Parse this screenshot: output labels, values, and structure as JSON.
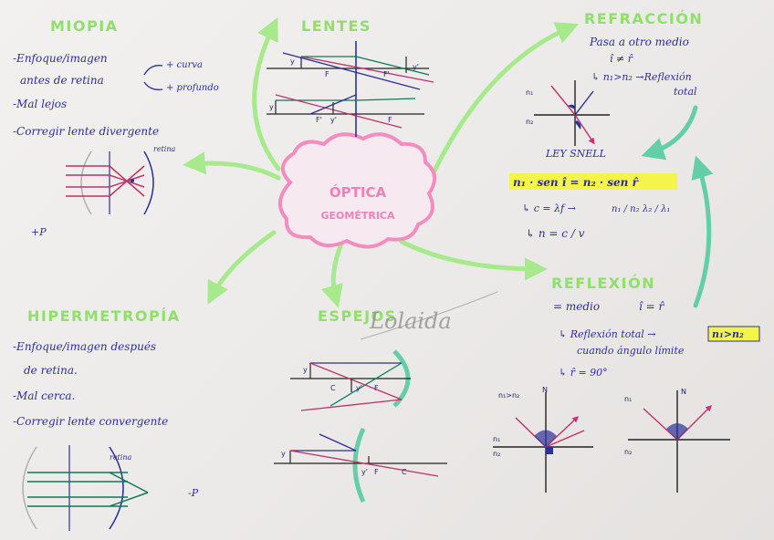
{
  "center": {
    "line1": "ÓPTICA",
    "line2": "GEOMÉTRICA"
  },
  "miopia": {
    "title": "MIOPIA",
    "notes": [
      "-Enfoque/imagen",
      "antes de retina",
      "-Mal lejos",
      "-Corregir lente divergente"
    ],
    "branch_a": "+ curva",
    "branch_b": "+ profundo",
    "retina_label": "retina",
    "p_label": "+P"
  },
  "lentes": {
    "title": "LENTES",
    "labels": [
      "y",
      "F",
      "F'",
      "y'",
      "y",
      "F'",
      "y'",
      "F"
    ]
  },
  "refraccion": {
    "title": "REFRACCIÓN",
    "notes": [
      "Pasa a otro medio",
      "î ≠ r̂",
      "↳ n₁>n₂ →Reflexión",
      "total"
    ],
    "n1": "n₁",
    "n2": "n₂",
    "snell_label": "LEY SNELL",
    "snell_eq": "n₁ · sen î = n₂ · sen r̂",
    "c_line": "↳ c = λf →",
    "ratio_left": "n₁ / n₂",
    "ratio_right": "λ₂ / λ₁",
    "n_line": "↳ n = c / v"
  },
  "hipermetropia": {
    "title": "HIPERMETROPÍA",
    "notes": [
      "-Enfoque/imagen después",
      "de retina.",
      "-Mal cerca.",
      "-Corregir lente convergente"
    ],
    "retina_label": "retina",
    "p_label": "-P"
  },
  "espejos": {
    "title": "ESPEJOS",
    "labels": [
      "y",
      "C",
      "y'",
      "F",
      "y",
      "y'",
      "F",
      "C"
    ]
  },
  "reflexion": {
    "title": "REFLEXIÓN",
    "notes": [
      "= medio",
      "î = r̂",
      "↳ Reflexión total →",
      "n₁>n₂",
      "cuando ángulo límite",
      "↳ r̂ = 90°"
    ],
    "labels": [
      "n₁>n₂",
      "N",
      "n₁",
      "n₂",
      "n₁",
      "N",
      "n₂"
    ]
  },
  "signature": "Lolaida",
  "colors": {
    "heading": "#8fe06a",
    "ink": "#2b2f9a",
    "highlight": "#f4f44a",
    "pink": "#f48cc0",
    "arrow_green": "#a6ea8c",
    "teal": "#64cfa6"
  }
}
